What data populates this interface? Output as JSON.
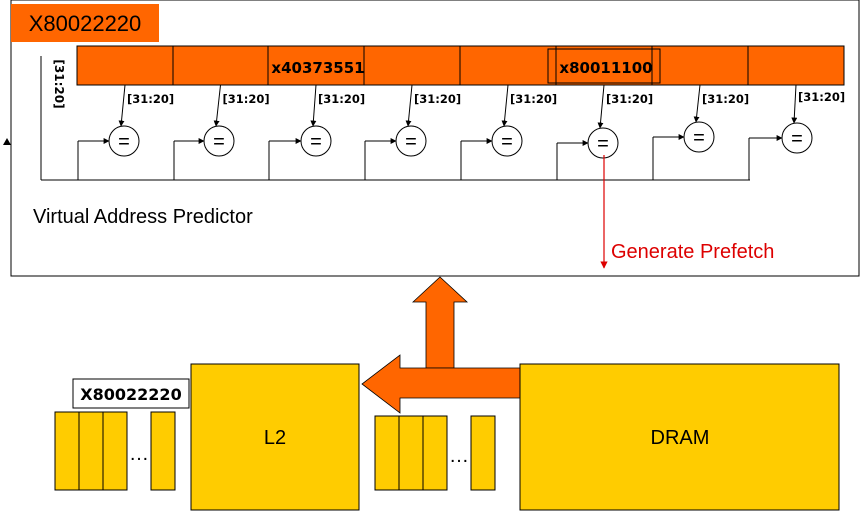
{
  "predictor": {
    "address_box": "X80022220",
    "bit_range_vertical": "[31:20]",
    "bit_range_labels": [
      "[31:20]",
      "[31:20]",
      "[31:20]",
      "[31:20]",
      "[31:20]",
      "[31:20]",
      "[31:20]",
      "[31:20]"
    ],
    "entry_values": [
      "",
      "",
      "x40373551",
      "",
      "",
      "x80011100",
      "",
      ""
    ],
    "comparator_symbol": "=",
    "title": "Virtual Address Predictor",
    "prefetch_label": "Generate Prefetch"
  },
  "memory": {
    "address_box": "X80022220",
    "l2_label": "L2",
    "dram_label": "DRAM",
    "ellipsis": "…"
  },
  "colors": {
    "orange": "#ff6600",
    "gold": "#ffcc00",
    "red": "#dd0000"
  }
}
